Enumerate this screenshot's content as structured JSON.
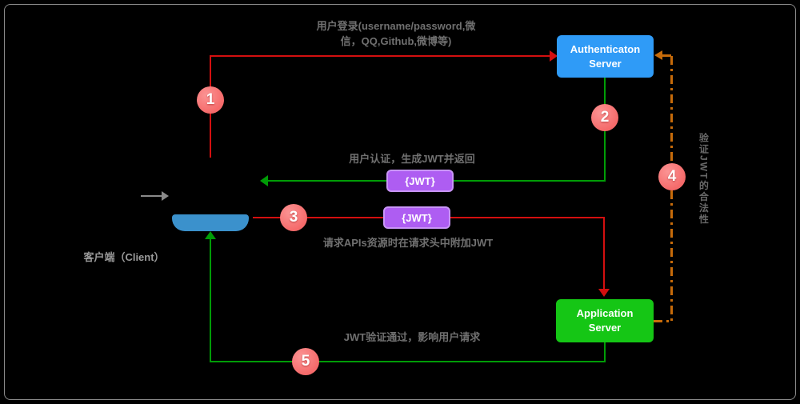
{
  "frame": {
    "background": "#000000",
    "border_color": "#8a8a8a"
  },
  "nodes": {
    "auth_server": {
      "line1": "Authenticaton",
      "line2": "Server",
      "color": "#2f9bf7"
    },
    "app_server": {
      "line1": "Application",
      "line2": "Server",
      "color": "#15c615"
    },
    "client": {
      "label": "客户端（Client）",
      "color": "#3b91cc"
    }
  },
  "steps": [
    {
      "number": "1"
    },
    {
      "number": "2"
    },
    {
      "number": "3"
    },
    {
      "number": "4"
    },
    {
      "number": "5"
    }
  ],
  "flow_labels": {
    "login_line1": "用户登录(username/password,微",
    "login_line2": "信，QQ,Github,微博等)",
    "issue_jwt": "用户认证，生成JWT并返回",
    "request_api": "请求APIs资源时在请求头中附加JWT",
    "verify_jwt": "验证JWT的合法性",
    "response": "JWT验证通过，影响用户请求"
  },
  "badges": {
    "jwt_issue": "{JWT}",
    "jwt_request": "{JWT}"
  },
  "colors": {
    "flow_red": "#d40f0f",
    "flow_green": "#009c06",
    "flow_orange": "#c76b0a",
    "badge_purple": "#ae5df2",
    "step_circle": "#f56a6a",
    "label_gray": "#707070"
  }
}
